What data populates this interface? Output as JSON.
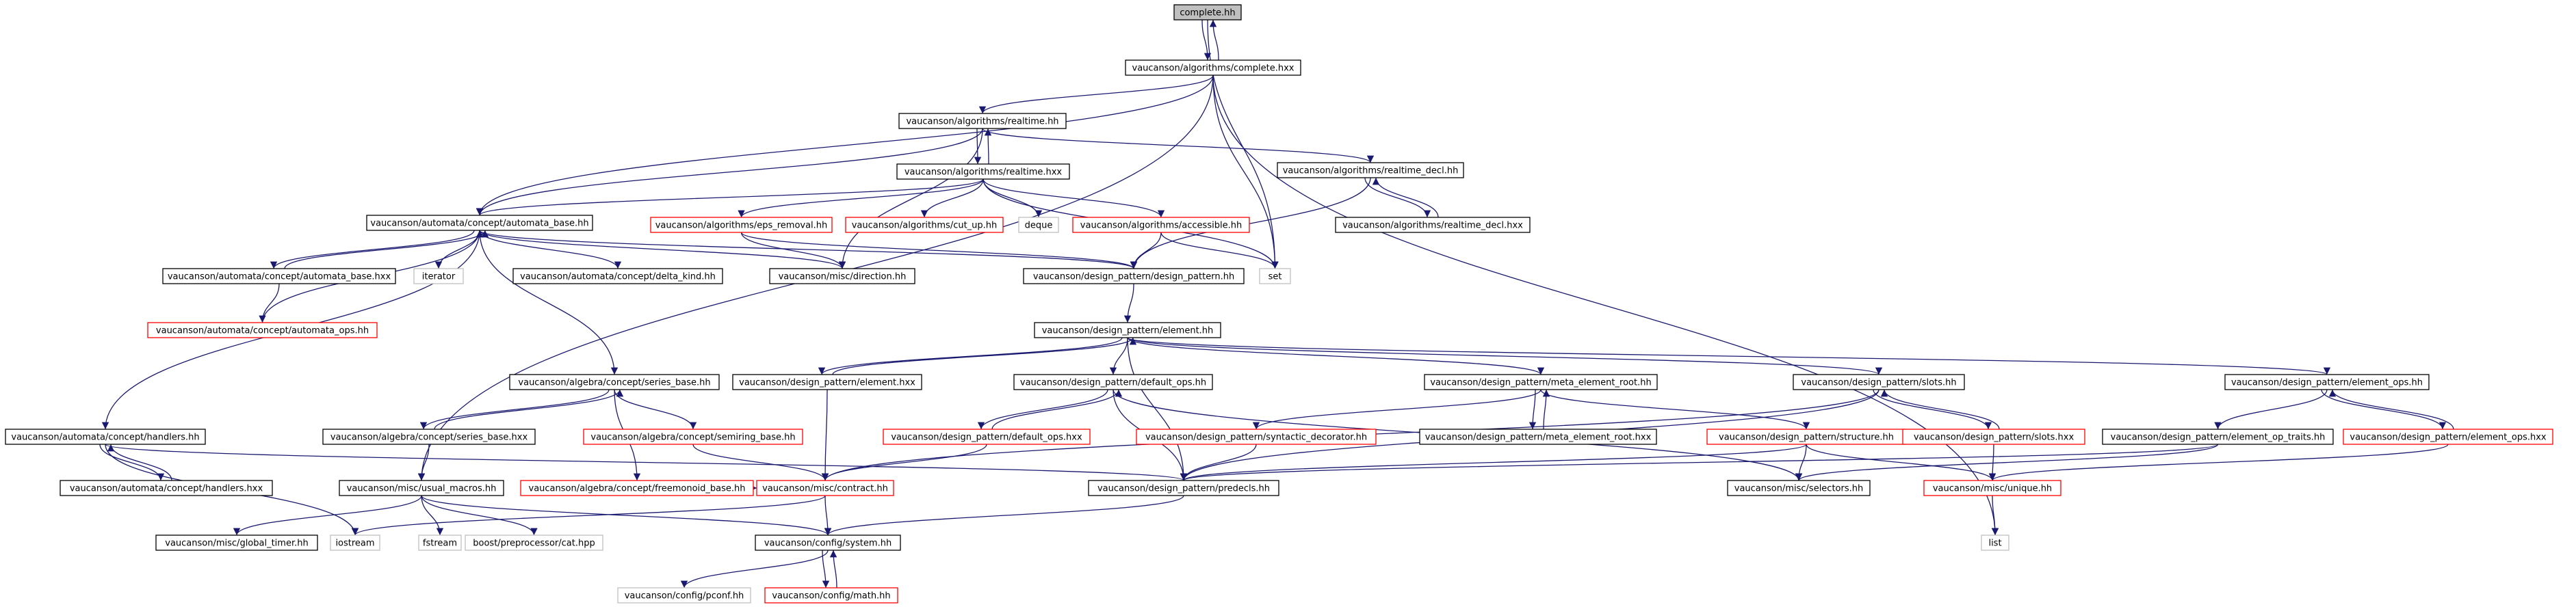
{
  "diagram": {
    "type": "include-dependency-graph",
    "colors": {
      "edge": "#191970",
      "root_fill": "#bfbfbf",
      "documented_border": "#000000",
      "undocumented_border": "#ff0000",
      "external_border": "#bfbfbf"
    },
    "nodes": [
      {
        "id": "complete_hh",
        "label": "complete.hh",
        "style": "root"
      },
      {
        "id": "complete_hxx",
        "label": "vaucanson/algorithms/complete.hxx",
        "style": "plain"
      },
      {
        "id": "realtime_hh",
        "label": "vaucanson/algorithms/realtime.hh",
        "style": "plain"
      },
      {
        "id": "realtime_hxx",
        "label": "vaucanson/algorithms/realtime.hxx",
        "style": "plain"
      },
      {
        "id": "realtime_decl_hh",
        "label": "vaucanson/algorithms/realtime_decl.hh",
        "style": "plain"
      },
      {
        "id": "realtime_decl_hxx",
        "label": "vaucanson/algorithms/realtime_decl.hxx",
        "style": "plain"
      },
      {
        "id": "automata_base_hh",
        "label": "vaucanson/automata/concept/automata_base.hh",
        "style": "plain"
      },
      {
        "id": "eps_removal_hh",
        "label": "vaucanson/algorithms/eps_removal.hh",
        "style": "red"
      },
      {
        "id": "cut_up_hh",
        "label": "vaucanson/algorithms/cut_up.hh",
        "style": "red"
      },
      {
        "id": "deque",
        "label": "deque",
        "style": "grey"
      },
      {
        "id": "accessible_hh",
        "label": "vaucanson/algorithms/accessible.hh",
        "style": "red"
      },
      {
        "id": "iterator",
        "label": "iterator",
        "style": "grey"
      },
      {
        "id": "automata_base_hxx",
        "label": "vaucanson/automata/concept/automata_base.hxx",
        "style": "plain"
      },
      {
        "id": "automata_ops_hh",
        "label": "vaucanson/automata/concept/automata_ops.hh",
        "style": "red"
      },
      {
        "id": "delta_kind_hh",
        "label": "vaucanson/automata/concept/delta_kind.hh",
        "style": "plain"
      },
      {
        "id": "direction_hh",
        "label": "vaucanson/misc/direction.hh",
        "style": "plain"
      },
      {
        "id": "design_pattern_hh",
        "label": "vaucanson/design_pattern/design_pattern.hh",
        "style": "plain"
      },
      {
        "id": "set",
        "label": "set",
        "style": "grey"
      },
      {
        "id": "element_hh",
        "label": "vaucanson/design_pattern/element.hh",
        "style": "plain"
      },
      {
        "id": "series_base_hh",
        "label": "vaucanson/algebra/concept/series_base.hh",
        "style": "plain"
      },
      {
        "id": "element_hxx",
        "label": "vaucanson/design_pattern/element.hxx",
        "style": "plain"
      },
      {
        "id": "default_ops_hh",
        "label": "vaucanson/design_pattern/default_ops.hh",
        "style": "plain"
      },
      {
        "id": "meta_element_root_hh",
        "label": "vaucanson/design_pattern/meta_element_root.hh",
        "style": "plain"
      },
      {
        "id": "slots_hh",
        "label": "vaucanson/design_pattern/slots.hh",
        "style": "plain"
      },
      {
        "id": "element_ops_hh",
        "label": "vaucanson/design_pattern/element_ops.hh",
        "style": "plain"
      },
      {
        "id": "handlers_hh",
        "label": "vaucanson/automata/concept/handlers.hh",
        "style": "plain"
      },
      {
        "id": "series_base_hxx",
        "label": "vaucanson/algebra/concept/series_base.hxx",
        "style": "plain"
      },
      {
        "id": "semiring_base_hh",
        "label": "vaucanson/algebra/concept/semiring_base.hh",
        "style": "red"
      },
      {
        "id": "default_ops_hxx",
        "label": "vaucanson/design_pattern/default_ops.hxx",
        "style": "red"
      },
      {
        "id": "syntactic_decorator_hh",
        "label": "vaucanson/design_pattern/syntactic_decorator.hh",
        "style": "red"
      },
      {
        "id": "meta_element_root_hxx",
        "label": "vaucanson/design_pattern/meta_element_root.hxx",
        "style": "plain"
      },
      {
        "id": "structure_hh",
        "label": "vaucanson/design_pattern/structure.hh",
        "style": "red"
      },
      {
        "id": "slots_hxx",
        "label": "vaucanson/design_pattern/slots.hxx",
        "style": "red"
      },
      {
        "id": "element_op_traits_hh",
        "label": "vaucanson/design_pattern/element_op_traits.hh",
        "style": "plain"
      },
      {
        "id": "element_ops_hxx",
        "label": "vaucanson/design_pattern/element_ops.hxx",
        "style": "red"
      },
      {
        "id": "handlers_hxx",
        "label": "vaucanson/automata/concept/handlers.hxx",
        "style": "plain"
      },
      {
        "id": "usual_macros_hh",
        "label": "vaucanson/misc/usual_macros.hh",
        "style": "plain"
      },
      {
        "id": "freemonoid_base_hh",
        "label": "vaucanson/algebra/concept/freemonoid_base.hh",
        "style": "red"
      },
      {
        "id": "contract_hh",
        "label": "vaucanson/misc/contract.hh",
        "style": "red"
      },
      {
        "id": "predecls_hh",
        "label": "vaucanson/design_pattern/predecls.hh",
        "style": "plain"
      },
      {
        "id": "selectors_hh",
        "label": "vaucanson/misc/selectors.hh",
        "style": "plain"
      },
      {
        "id": "unique_hh",
        "label": "vaucanson/misc/unique.hh",
        "style": "red"
      },
      {
        "id": "global_timer_hh",
        "label": "vaucanson/misc/global_timer.hh",
        "style": "plain"
      },
      {
        "id": "iostream",
        "label": "iostream",
        "style": "grey"
      },
      {
        "id": "fstream",
        "label": "fstream",
        "style": "grey"
      },
      {
        "id": "cat_hpp",
        "label": "boost/preprocessor/cat.hpp",
        "style": "grey"
      },
      {
        "id": "system_hh",
        "label": "vaucanson/config/system.hh",
        "style": "plain"
      },
      {
        "id": "list",
        "label": "list",
        "style": "grey"
      },
      {
        "id": "pconf_hh",
        "label": "vaucanson/config/pconf.hh",
        "style": "grey"
      },
      {
        "id": "math_hh",
        "label": "vaucanson/config/math.hh",
        "style": "red"
      }
    ],
    "edges": [
      [
        "complete_hh",
        "complete_hxx"
      ],
      [
        "complete_hxx",
        "complete_hh"
      ],
      [
        "complete_hh",
        "set"
      ],
      [
        "complete_hxx",
        "realtime_hh"
      ],
      [
        "complete_hxx",
        "automata_base_hh"
      ],
      [
        "complete_hxx",
        "usual_macros_hh"
      ],
      [
        "complete_hxx",
        "set"
      ],
      [
        "complete_hxx",
        "list"
      ],
      [
        "realtime_hh",
        "realtime_hxx"
      ],
      [
        "realtime_hxx",
        "realtime_hh"
      ],
      [
        "realtime_hh",
        "realtime_decl_hh"
      ],
      [
        "realtime_hh",
        "automata_base_hh"
      ],
      [
        "realtime_hh",
        "direction_hh"
      ],
      [
        "realtime_decl_hh",
        "realtime_decl_hxx"
      ],
      [
        "realtime_decl_hxx",
        "realtime_decl_hh"
      ],
      [
        "realtime_decl_hh",
        "design_pattern_hh"
      ],
      [
        "realtime_hxx",
        "automata_base_hh"
      ],
      [
        "realtime_hxx",
        "eps_removal_hh"
      ],
      [
        "realtime_hxx",
        "cut_up_hh"
      ],
      [
        "realtime_hxx",
        "deque"
      ],
      [
        "realtime_hxx",
        "accessible_hh"
      ],
      [
        "realtime_hxx",
        "set"
      ],
      [
        "eps_removal_hh",
        "direction_hh"
      ],
      [
        "eps_removal_hh",
        "design_pattern_hh"
      ],
      [
        "accessible_hh",
        "design_pattern_hh"
      ],
      [
        "accessible_hh",
        "set"
      ],
      [
        "automata_base_hh",
        "automata_base_hxx"
      ],
      [
        "automata_base_hxx",
        "automata_base_hh"
      ],
      [
        "automata_base_hh",
        "iterator"
      ],
      [
        "automata_base_hh",
        "delta_kind_hh"
      ],
      [
        "automata_base_hh",
        "direction_hh"
      ],
      [
        "automata_base_hh",
        "design_pattern_hh"
      ],
      [
        "automata_base_hh",
        "series_base_hh"
      ],
      [
        "automata_base_hh",
        "handlers_hh"
      ],
      [
        "automata_base_hxx",
        "automata_ops_hh"
      ],
      [
        "automata_ops_hh",
        "automata_base_hh"
      ],
      [
        "design_pattern_hh",
        "element_hh"
      ],
      [
        "element_hh",
        "element_hxx"
      ],
      [
        "element_hxx",
        "element_hh"
      ],
      [
        "element_hh",
        "default_ops_hh"
      ],
      [
        "element_hh",
        "meta_element_root_hh"
      ],
      [
        "element_hh",
        "slots_hh"
      ],
      [
        "element_hh",
        "element_ops_hh"
      ],
      [
        "element_hh",
        "predecls_hh"
      ],
      [
        "element_hxx",
        "contract_hh"
      ],
      [
        "default_ops_hh",
        "default_ops_hxx"
      ],
      [
        "default_ops_hxx",
        "default_ops_hh"
      ],
      [
        "default_ops_hh",
        "predecls_hh"
      ],
      [
        "default_ops_hh",
        "selectors_hh"
      ],
      [
        "default_ops_hxx",
        "contract_hh"
      ],
      [
        "meta_element_root_hh",
        "meta_element_root_hxx"
      ],
      [
        "meta_element_root_hxx",
        "meta_element_root_hh"
      ],
      [
        "meta_element_root_hh",
        "syntactic_decorator_hh"
      ],
      [
        "meta_element_root_hh",
        "structure_hh"
      ],
      [
        "syntactic_decorator_hh",
        "predecls_hh"
      ],
      [
        "structure_hh",
        "predecls_hh"
      ],
      [
        "structure_hh",
        "selectors_hh"
      ],
      [
        "structure_hh",
        "unique_hh"
      ],
      [
        "slots_hh",
        "slots_hxx"
      ],
      [
        "slots_hxx",
        "slots_hh"
      ],
      [
        "slots_hh",
        "predecls_hh"
      ],
      [
        "slots_hh",
        "contract_hh"
      ],
      [
        "slots_hxx",
        "unique_hh"
      ],
      [
        "element_ops_hh",
        "element_ops_hxx"
      ],
      [
        "element_ops_hxx",
        "element_ops_hh"
      ],
      [
        "element_ops_hh",
        "element_op_traits_hh"
      ],
      [
        "element_op_traits_hh",
        "predecls_hh"
      ],
      [
        "element_op_traits_hh",
        "selectors_hh"
      ],
      [
        "element_ops_hxx",
        "unique_hh"
      ],
      [
        "series_base_hh",
        "series_base_hxx"
      ],
      [
        "series_base_hxx",
        "series_base_hh"
      ],
      [
        "series_base_hh",
        "semiring_base_hh"
      ],
      [
        "series_base_hh",
        "freemonoid_base_hh"
      ],
      [
        "series_base_hxx",
        "usual_macros_hh"
      ],
      [
        "semiring_base_hh",
        "contract_hh"
      ],
      [
        "freemonoid_base_hh",
        "contract_hh"
      ],
      [
        "handlers_hh",
        "handlers_hxx"
      ],
      [
        "handlers_hxx",
        "handlers_hh"
      ],
      [
        "handlers_hh",
        "predecls_hh"
      ],
      [
        "handlers_hh",
        "iostream"
      ],
      [
        "usual_macros_hh",
        "global_timer_hh"
      ],
      [
        "usual_macros_hh",
        "fstream"
      ],
      [
        "usual_macros_hh",
        "cat_hpp"
      ],
      [
        "usual_macros_hh",
        "system_hh"
      ],
      [
        "contract_hh",
        "iostream"
      ],
      [
        "contract_hh",
        "system_hh"
      ],
      [
        "predecls_hh",
        "system_hh"
      ],
      [
        "unique_hh",
        "list"
      ],
      [
        "system_hh",
        "pconf_hh"
      ],
      [
        "system_hh",
        "math_hh"
      ],
      [
        "math_hh",
        "system_hh"
      ]
    ]
  }
}
